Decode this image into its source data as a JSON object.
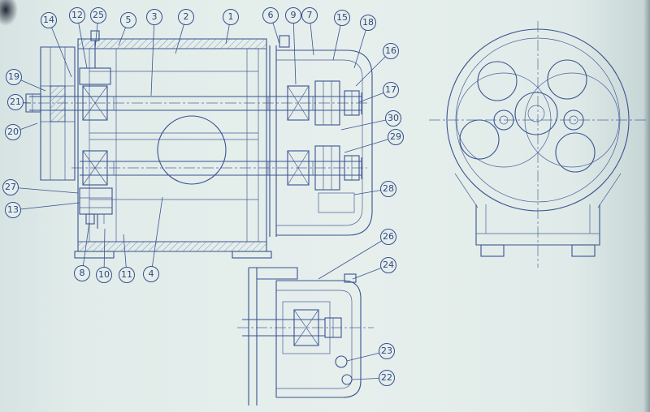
{
  "drawing": {
    "colors": {
      "line": "#3a5390",
      "paper": "#e2ecea"
    },
    "callouts": [
      {
        "label": "14"
      },
      {
        "label": "12"
      },
      {
        "label": "25"
      },
      {
        "label": "5"
      },
      {
        "label": "3"
      },
      {
        "label": "2"
      },
      {
        "label": "1"
      },
      {
        "label": "6"
      },
      {
        "label": "9"
      },
      {
        "label": "7"
      },
      {
        "label": "15"
      },
      {
        "label": "18"
      },
      {
        "label": "16"
      },
      {
        "label": "17"
      },
      {
        "label": "30"
      },
      {
        "label": "29"
      },
      {
        "label": "28"
      },
      {
        "label": "19"
      },
      {
        "label": "21"
      },
      {
        "label": "20"
      },
      {
        "label": "27"
      },
      {
        "label": "13"
      },
      {
        "label": "8"
      },
      {
        "label": "10"
      },
      {
        "label": "11"
      },
      {
        "label": "4"
      },
      {
        "label": "26"
      },
      {
        "label": "24"
      },
      {
        "label": "23"
      },
      {
        "label": "22"
      }
    ]
  }
}
